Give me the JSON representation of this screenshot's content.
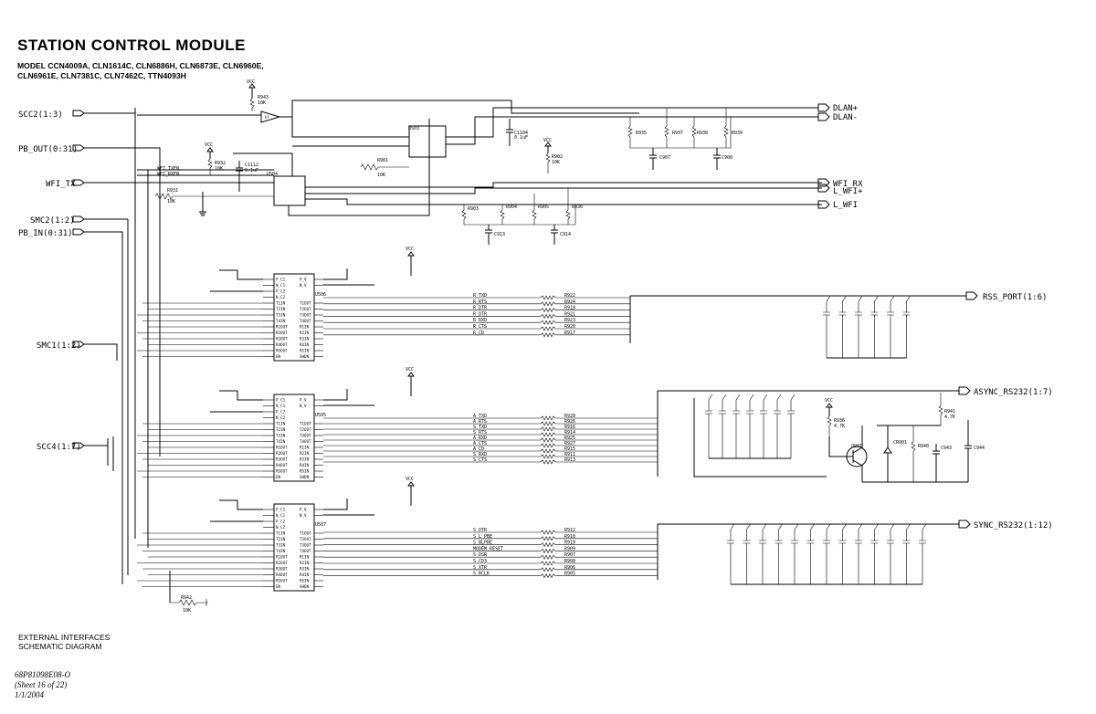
{
  "header": {
    "title": "STATION CONTROL MODULE",
    "models_line1": "MODEL CCN4009A, CLN1614C, CLN6886H, CLN6873E, CLN6960E,",
    "models_line2": "CLN6961E, CLN7381C, CLN7462C, TTN4093H"
  },
  "footer": {
    "line1": "EXTERNAL INTERFACES",
    "line2": "SCHEMATIC DIAGRAM",
    "doc_number": "68P81098E08-O",
    "sheet": "(Sheet 16 of 22)",
    "date": "1/1/2004"
  },
  "ports_left": {
    "scc2": "SCC2(1:3)",
    "pb_out": "PB_OUT(0:31)",
    "wfi_tx": "WFI_TX",
    "smc2": "SMC2(1:2)",
    "pb_in": "PB_IN(0:31)",
    "smc1": "SMC1(1:2)",
    "scc4": "SCC4(1:7)"
  },
  "ports_right": {
    "dlan_plus": "DLAN+",
    "dlan_minus": "DLAN-",
    "wfi_rx": "WFI_RX",
    "l_wfi_plus": "L_WFI+",
    "l_wfi": "L_WFI",
    "rss_port": "RSS_PORT(1:6)",
    "async_rs232": "ASYNC_RS232(1:7)",
    "sync_rs232": "SYNC_RS232(1:12)"
  },
  "power": {
    "vcc": "VCC"
  },
  "ics": {
    "u506": "U506",
    "u505": "U505",
    "u507": "U507",
    "u503": "U503",
    "u504": "U504"
  },
  "ic_pins_left": [
    "P_C1",
    "N_C1",
    "P_C2",
    "N_C2",
    "T1IN",
    "T2IN",
    "T3IN",
    "T4IN",
    "R1OUT",
    "R2OUT",
    "R3OUT",
    "R4OUT",
    "R5OUT",
    "EN"
  ],
  "ic_pins_right": [
    "P_V",
    "N_V",
    "",
    "",
    "T1OUT",
    "T2OUT",
    "T3OUT",
    "T4OUT",
    "R1IN",
    "R2IN",
    "R3IN",
    "R4IN",
    "R5IN",
    "SHDN"
  ],
  "signals": {
    "u506": [
      "R_TXD",
      "R_RTS",
      "R_DTR",
      "R_DTR",
      "R_RXD",
      "R_CTS",
      "R_CD"
    ],
    "u505": [
      "A_TXD",
      "A_RTS",
      "S_TXD",
      "S_RTS",
      "A_RXD",
      "A_CTS",
      "A_CD",
      "S_RXD",
      "S_CTS"
    ],
    "u507": [
      "S_DTR",
      "S_L_PBE",
      "S_BLPBE",
      "MODEM_RESET",
      "S_DSR",
      "S_CD3",
      "S_XTR",
      "S_RCLK"
    ]
  },
  "resistors": {
    "u506": [
      "R922",
      "R924",
      "R918",
      "R921",
      "R923",
      "R920",
      "R917"
    ],
    "u505": [
      "R928",
      "R926",
      "R916",
      "R914",
      "R925",
      "R927",
      "R915",
      "R911",
      "R913"
    ],
    "u507": [
      "R912",
      "R910",
      "R919",
      "R909",
      "R907",
      "R908",
      "R906",
      "R905"
    ]
  },
  "misc_labels": {
    "wfi_txen": "WFI_TXEN",
    "wfi_rxen": "WFI_RXEN",
    "r943": "R943",
    "r943_val": "10K",
    "r932": "R932",
    "r932_val": "10K",
    "c1112": "C1112",
    "c1112_val": "0.1uF",
    "r931": "R931",
    "r931_val": "10K",
    "r981": "R981",
    "r981_val": "10K",
    "c1104": "C1104",
    "c1104_val": "0.1uF",
    "r902": "R902",
    "r902_val": "10K",
    "r935": "R935",
    "r937": "R937",
    "r938": "R938",
    "r939": "R939",
    "c907": "C907",
    "c908": "C908",
    "r903": "R903",
    "r904": "R904",
    "r905b": "R905",
    "r930": "R930",
    "c913": "C913",
    "c914": "C914",
    "r936": "R936",
    "r936_val": "4.7K",
    "r941": "R941",
    "r941_val": "4.7K",
    "q901": "Q901",
    "cr901": "CR901",
    "r940": "R940",
    "c943": "C943",
    "c944": "C944",
    "r942": "R942",
    "r942_val": "10K"
  },
  "colors": {
    "ink": "#000000",
    "paper": "#ffffff"
  }
}
